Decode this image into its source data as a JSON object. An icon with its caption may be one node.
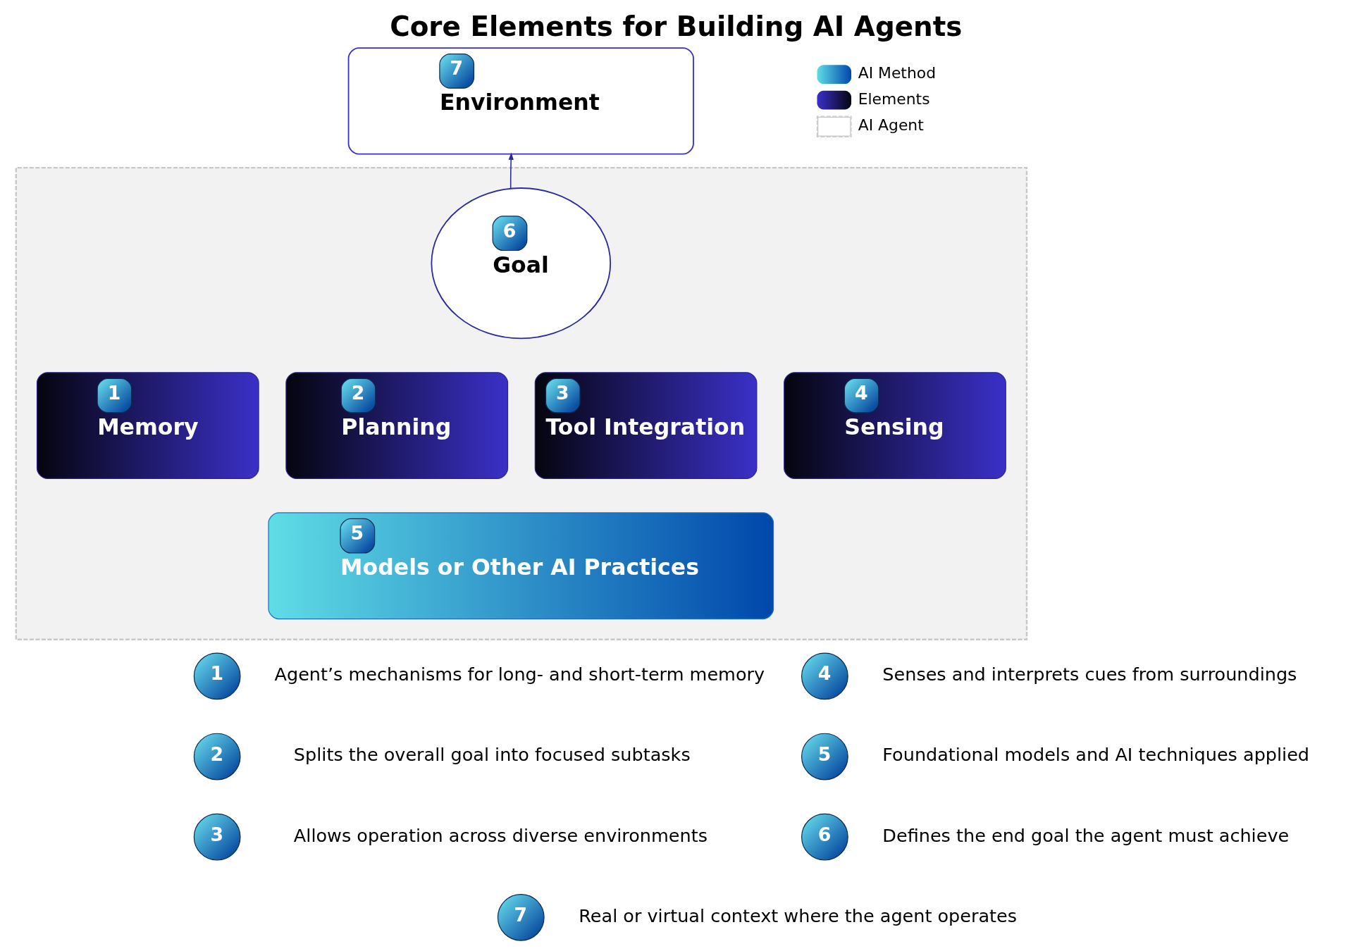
{
  "diagram": {
    "title": "Core Elements for Building AI Agents",
    "nodes": [
      {
        "text": [
          "7",
          "Environment"
        ]
      },
      {
        "text": [],
        "shape": "box"
      },
      {
        "text": [
          "6",
          "Goal"
        ],
        "in": 1
      },
      {
        "text": [
          "1",
          "Memory"
        ],
        "in": 1
      },
      {
        "text": [
          "2",
          "Planning"
        ],
        "in": 1
      },
      {
        "text": [
          "3",
          "Tool Integration"
        ],
        "in": 1
      },
      {
        "text": [
          "4",
          "Sensing"
        ],
        "in": 1
      },
      {
        "text": [
          "5",
          "Models or Other AI Practices"
        ],
        "in": 1
      },
      {
        "text": [
          "1"
        ],
        "beside": [
          "Agent’s mechanisms for long- and short-term memory"
        ]
      },
      {
        "text": [
          "2"
        ],
        "beside": [
          "Splits the overall goal into focused subtasks"
        ]
      },
      {
        "text": [
          "3"
        ],
        "beside": [
          "Allows operation across diverse environments"
        ]
      },
      {
        "text": [
          "4"
        ],
        "beside": [
          "Senses and interprets cues from surroundings"
        ]
      },
      {
        "text": [
          "5"
        ],
        "beside": [
          "Foundational models and AI techniques applied"
        ]
      },
      {
        "text": [
          "6"
        ],
        "beside": [
          "Defines the end goal the agent must achieve"
        ]
      },
      {
        "text": [
          "7"
        ],
        "beside": [
          "Real or virtual context where the agent operates"
        ]
      }
    ],
    "edges": [
      {
        "from": 2,
        "to": 0,
        "arrow": "to"
      }
    ],
    "legend": [
      {
        "text": "AI Method",
        "color": "#0047ab"
      },
      {
        "text": "Elements",
        "color": "#3a30c8"
      },
      {
        "text": "AI Agent"
      }
    ]
  }
}
